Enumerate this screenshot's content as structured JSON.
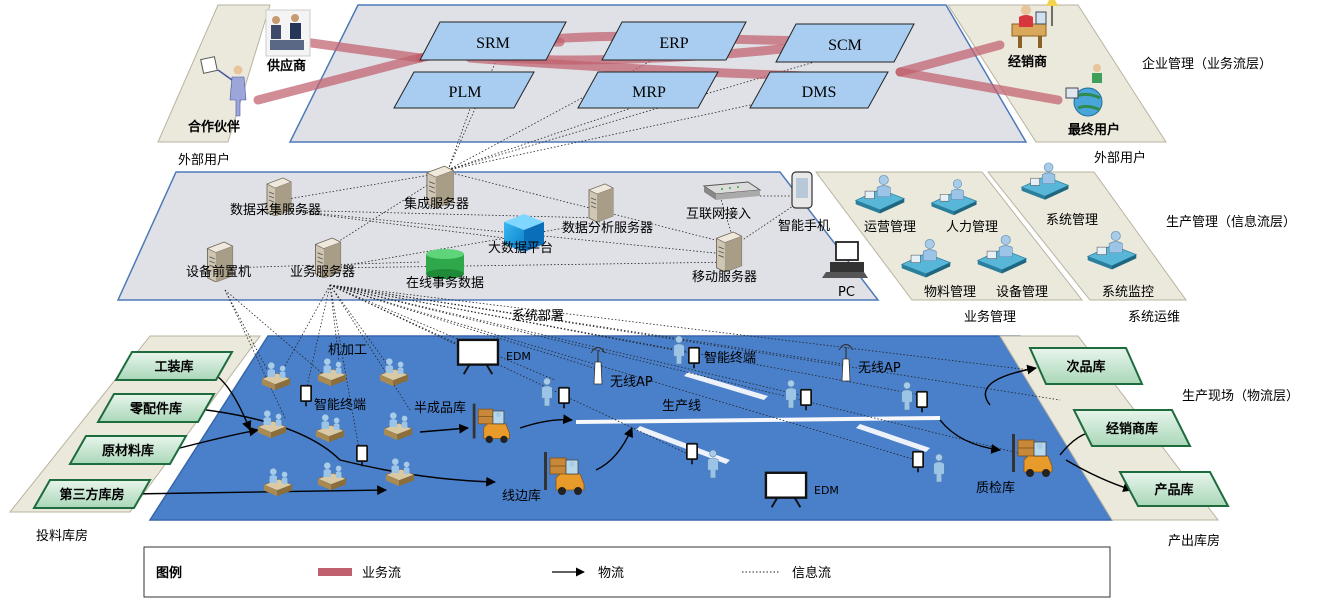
{
  "layers": {
    "business": "企业管理（业务流层）",
    "info": "生产管理（信息流层）",
    "physical": "生产现场（物流层）"
  },
  "external": {
    "left_label": "外部用户",
    "right_label": "外部用户",
    "supplier": "供应商",
    "partner": "合作伙伴",
    "dealer": "经销商",
    "end_user": "最终用户"
  },
  "systems": [
    "SRM",
    "ERP",
    "SCM",
    "PLM",
    "MRP",
    "DMS"
  ],
  "servers": {
    "data_collect": "数据采集服务器",
    "integration": "集成服务器",
    "data_analysis": "数据分析服务器",
    "internet": "互联网接入",
    "phone": "智能手机",
    "frontend": "设备前置机",
    "business": "业务服务器",
    "bigdata": "大数据平台",
    "online_db": "在线事务数据",
    "mobile": "移动服务器",
    "pc": "PC",
    "deploy": "系统部署"
  },
  "mgmt": {
    "ops": "运营管理",
    "hr": "人力管理",
    "material": "物料管理",
    "equipment": "设备管理",
    "business_mgmt": "业务管理",
    "sys_mgmt": "系统管理",
    "sys_monitor": "系统监控",
    "sys_ops": "系统运维"
  },
  "floor": {
    "machining": "机加工",
    "edm1": "EDM",
    "wifi1": "无线AP",
    "smart_term1": "智能终端",
    "wifi2": "无线AP",
    "smart_term2": "智能终端",
    "semi": "半成品库",
    "line": "生产线",
    "lineside": "线边库",
    "edm2": "EDM",
    "qc": "质检库"
  },
  "input_stores": {
    "title": "投料库房",
    "items": [
      "工装库",
      "零配件库",
      "原材料库",
      "第三方库房"
    ]
  },
  "output_stores": {
    "title": "产出库房",
    "items": [
      "次品库",
      "经销商库",
      "产品库"
    ]
  },
  "legend": {
    "title": "图例",
    "business_flow": "业务流",
    "material_flow": "物流",
    "info_flow": "信息流"
  },
  "colors": {
    "business_flow": "#c0606e",
    "floor_blue": "#4a7fc9",
    "system_fill": "#a8cdf0",
    "store_green": "#2e7d4f"
  }
}
